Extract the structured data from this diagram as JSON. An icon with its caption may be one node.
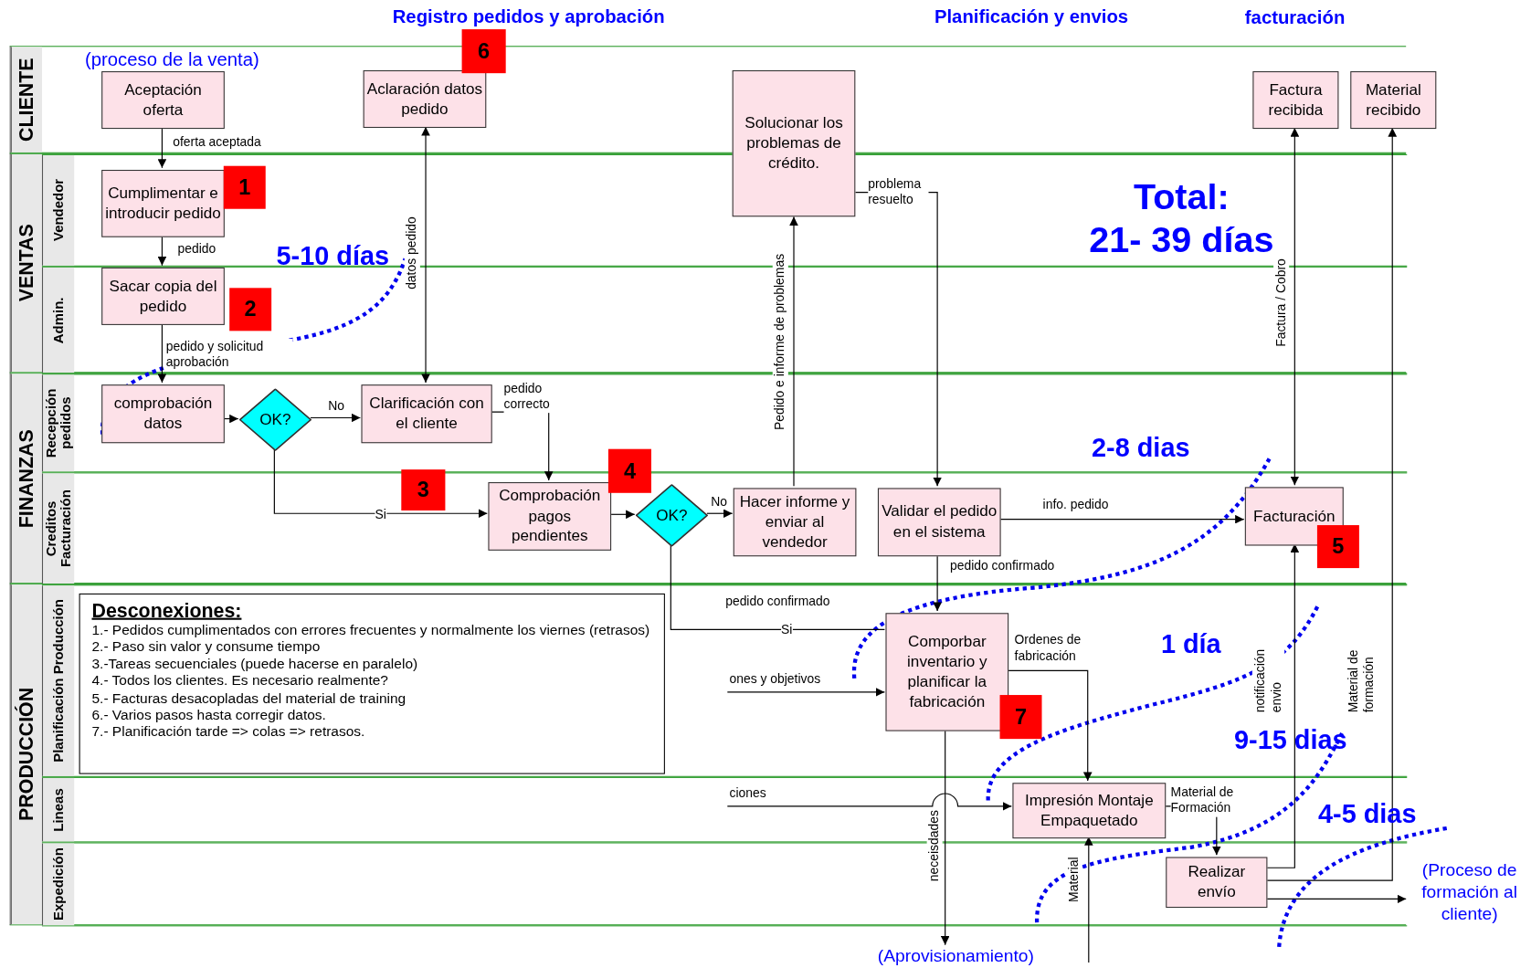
{
  "diagram": {
    "nodes": [
      {
        "text": [
          "CLIENTE"
        ]
      },
      {
        "text": [
          "VENTAS"
        ]
      },
      {
        "text": [
          "Vendedor"
        ],
        "in": 1
      },
      {
        "text": [
          "Admin."
        ],
        "in": 1
      },
      {
        "text": [
          "FINANZAS"
        ]
      },
      {
        "text": [
          "Recepción pedidos"
        ],
        "in": 4
      },
      {
        "text": [
          "Creditos Facturación"
        ],
        "in": 4
      },
      {
        "text": [
          "PRODUCCIÓN"
        ]
      },
      {
        "text": [
          "Planificación Producción"
        ],
        "in": 7
      },
      {
        "text": [
          "Lineas"
        ],
        "in": 7
      },
      {
        "text": [
          "Expedición"
        ],
        "in": 7
      },
      {
        "text": [
          "Aceptación oferta"
        ],
        "in": 0
      },
      {
        "text": [
          "Aclaración datos pedido"
        ],
        "in": 0
      },
      {
        "text": [
          "Solucionar los problemas de crédito."
        ]
      },
      {
        "text": [
          "Factura recibida"
        ],
        "in": 0
      },
      {
        "text": [
          "Material recibido"
        ],
        "in": 0
      },
      {
        "text": [
          "Cumplimentar e introducir pedido"
        ],
        "in": 2
      },
      {
        "text": [
          "Sacar copia del pedido"
        ],
        "in": 3
      },
      {
        "text": [
          "comprobación datos"
        ],
        "in": 5
      },
      {
        "text": [
          "OK?"
        ],
        "in": 5
      },
      {
        "text": [
          "Clarificación con el cliente"
        ],
        "in": 5
      },
      {
        "text": [
          "Comprobación pagos pendientes"
        ],
        "in": 6
      },
      {
        "text": [
          "OK?"
        ],
        "in": 6
      },
      {
        "text": [
          "Hacer informe y enviar al vendedor"
        ],
        "in": 6
      },
      {
        "text": [
          "Validar el pedido en el sistema"
        ],
        "in": 6
      },
      {
        "text": [
          "Facturación"
        ],
        "in": 6
      },
      {
        "text": [
          "Comporbar inventario y planificar la fabricación"
        ],
        "in": 8
      },
      {
        "text": [
          "Impresión Montaje Empaquetado"
        ],
        "in": 9
      },
      {
        "text": [
          "Realizar envío"
        ],
        "in": 10
      },
      {
        "text": [
          "(Aprovisionamiento)"
        ]
      },
      {
        "text": [
          "(Proceso de formación al cliente)"
        ]
      },
      {
        "text": [
          "Desconexiones:",
          "1.- Pedidos cumplimentados con errores frecuentes y normalmente los viernes (retrasos)",
          "2.- Paso sin valor y consume tiempo",
          "3.-Tareas secuenciales (puede hacerse en paralelo)",
          "4.- Todos los clientes. Es necesario realmente?",
          "5.- Facturas desacopladas del material de training",
          "6.- Varios pasos hasta corregir datos.",
          "7.- Planificación tarde => colas => retrasos."
        ],
        "in": 8
      },
      {
        "text": [
          "6"
        ]
      },
      {
        "text": [
          "1"
        ],
        "in": 2
      },
      {
        "text": [
          "2"
        ],
        "in": 3
      },
      {
        "text": [
          "3"
        ],
        "in": 6
      },
      {
        "text": [
          "4"
        ],
        "in": 4
      },
      {
        "text": [
          "5"
        ],
        "in": 6
      },
      {
        "text": [
          "7"
        ],
        "in": 8
      }
    ],
    "edges": [
      {
        "from": 11,
        "to": 16,
        "arrow": "to",
        "label": "oferta aceptada"
      },
      {
        "from": 16,
        "to": 17,
        "arrow": "to",
        "label": "pedido"
      },
      {
        "from": 17,
        "to": 18,
        "arrow": "to",
        "label": "pedido y solicitud aprobación"
      },
      {
        "from": 18,
        "to": 19,
        "arrow": "to"
      },
      {
        "from": 19,
        "to": 20,
        "arrow": "to",
        "label": "No"
      },
      {
        "from": 20,
        "to": 12,
        "arrow": "both",
        "label": "datos pedido"
      },
      {
        "from": 20,
        "to": 21,
        "arrow": "to",
        "label": "pedido correcto"
      },
      {
        "from": 19,
        "to": 21,
        "arrow": "to",
        "label": "Si"
      },
      {
        "from": 21,
        "to": 22,
        "arrow": "to"
      },
      {
        "from": 22,
        "to": 23,
        "arrow": "to",
        "label": "No"
      },
      {
        "from": 23,
        "to": 13,
        "arrow": "to",
        "label": "Pedido e informe de problemas"
      },
      {
        "from": 13,
        "to": 24,
        "arrow": "to",
        "label": "problema resuelto"
      },
      {
        "from": 24,
        "to": 25,
        "arrow": "to",
        "label": "info. pedido"
      },
      {
        "from": 24,
        "to": 26,
        "arrow": "to",
        "label": "pedido confirmado"
      },
      {
        "from": 22,
        "to": 26,
        "arrow": "none",
        "label": "Si"
      },
      {
        "from": null,
        "to": 26,
        "arrow": "to",
        "label": "ones y objetivos"
      },
      {
        "from": null,
        "to": 27,
        "arrow": "to",
        "label": "ciones"
      },
      {
        "from": 26,
        "to": 27,
        "arrow": "to",
        "label": "Ordenes de fabricación"
      },
      {
        "from": 26,
        "to": 29,
        "arrow": "to",
        "label": "neceisdades"
      },
      {
        "from": null,
        "to": 27,
        "arrow": "to",
        "label": "Material"
      },
      {
        "from": 27,
        "to": 28,
        "arrow": "to",
        "label": "Material de Formación"
      },
      {
        "from": 25,
        "to": 14,
        "arrow": "both",
        "label": "Factura / Cobro"
      },
      {
        "from": 28,
        "to": 25,
        "arrow": "to",
        "label": "notificación envio"
      },
      {
        "from": 28,
        "to": 15,
        "arrow": "to",
        "label": "Material de formación"
      },
      {
        "from": 28,
        "to": 30,
        "arrow": "to"
      }
    ],
    "labels": [
      "Registro pedidos y aprobación",
      "Planificación y envios",
      "facturación",
      "(proceso de la venta)",
      "Total: 21- 39 días",
      "5-10 días",
      "2-8 dias",
      "pedido confirmado",
      "1 día",
      "9-15 dias",
      "4-5 dias"
    ]
  }
}
